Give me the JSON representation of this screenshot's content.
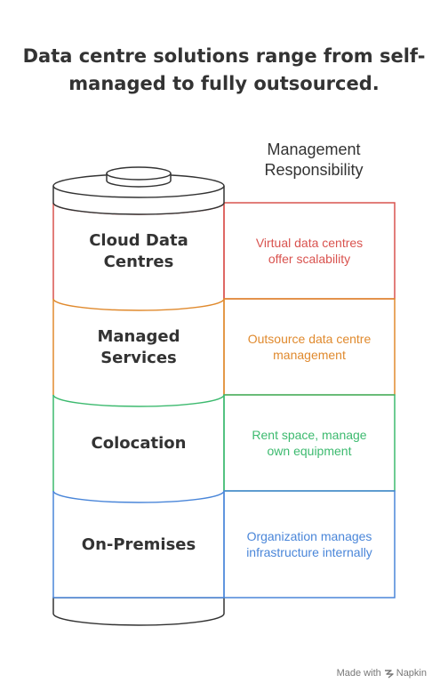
{
  "title": "Data centre solutions range from self-managed to fully outsourced.",
  "column_heading": "Management Responsibility",
  "layers": [
    {
      "label_lines": [
        "Cloud Data",
        "Centres"
      ],
      "description": "Virtual data centres offer scalability",
      "color": "#d9534f"
    },
    {
      "label_lines": [
        "Managed",
        "Services"
      ],
      "description": "Outsource data centre management",
      "color": "#e08a2e"
    },
    {
      "label_lines": [
        "Colocation"
      ],
      "description": "Rent space, manage own equipment",
      "color": "#3dba6f"
    },
    {
      "label_lines": [
        "On-Premises"
      ],
      "description": "Organization manages infrastructure internally",
      "color": "#4a86d9"
    }
  ],
  "footer": {
    "made_with": "Made with",
    "brand": "Napkin",
    "brand_icon": "napkin-logo-icon"
  }
}
